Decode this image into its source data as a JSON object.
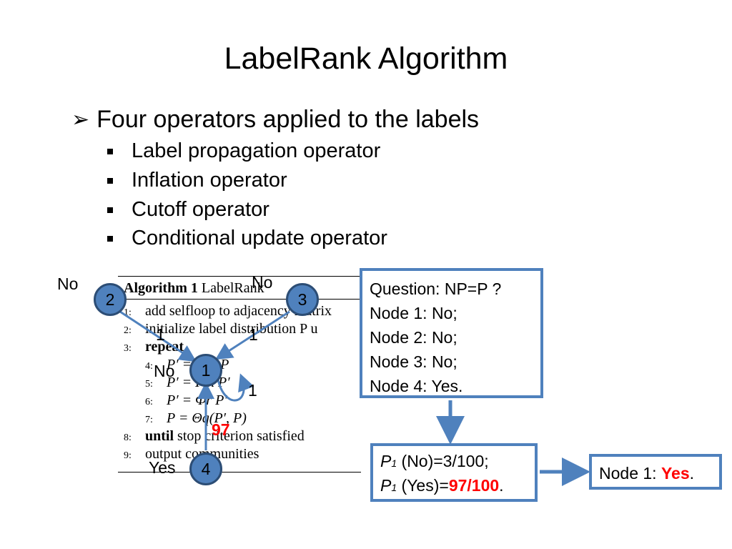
{
  "title": "LabelRank Algorithm",
  "main_bullet": "Four operators applied to the labels",
  "sub_bullets": [
    "Label propagation operator",
    "Inflation operator",
    "Cutoff operator",
    "Conditional update operator"
  ],
  "algorithm": {
    "header_bold": "Algorithm 1",
    "header_rest": "LabelRank",
    "lines": [
      {
        "num": "1:",
        "kw": "",
        "text": "add selfloop to adjacency matrix"
      },
      {
        "num": "2:",
        "kw": "",
        "text": "initialize label distribution P u"
      },
      {
        "num": "3:",
        "kw": "repeat",
        "text": ""
      },
      {
        "num": "4:",
        "kw": "",
        "text": "P′ = A × P"
      },
      {
        "num": "5:",
        "kw": "",
        "text": "P′ = Γin P′"
      },
      {
        "num": "6:",
        "kw": "",
        "text": "P′ = Φr P′"
      },
      {
        "num": "7:",
        "kw": "",
        "text": "P = Θq(P′, P)"
      },
      {
        "num": "8:",
        "kw": "until",
        "text": " stop criterion satisfied"
      },
      {
        "num": "9:",
        "kw": "",
        "text": "output communities"
      }
    ]
  },
  "graph": {
    "nodes": [
      "2",
      "3",
      "1",
      "4"
    ],
    "node_labels": {
      "n2": "No",
      "n3": "No",
      "n1": "No",
      "n4": "Yes"
    },
    "edge_labels": {
      "e2_1": "1",
      "e3_1": "1",
      "self_1": "1",
      "e4_1": "97"
    }
  },
  "question_box": {
    "lines": [
      "Question: NP=P ?",
      "Node 1: No;",
      "Node 2: No;",
      "Node 3: No;",
      "Node 4: Yes."
    ]
  },
  "prob_box": {
    "p": "P",
    "sub": "1",
    "line1_rest": " (No)=3/100;",
    "line2_mid": " (Yes)=",
    "line2_val": "97/100",
    "line2_end": "."
  },
  "result_box": {
    "prefix": "Node 1: ",
    "value": "Yes",
    "suffix": "."
  },
  "colors": {
    "node_fill": "#4f81bd",
    "box_border": "#4f81bd",
    "highlight": "#ff0000"
  }
}
